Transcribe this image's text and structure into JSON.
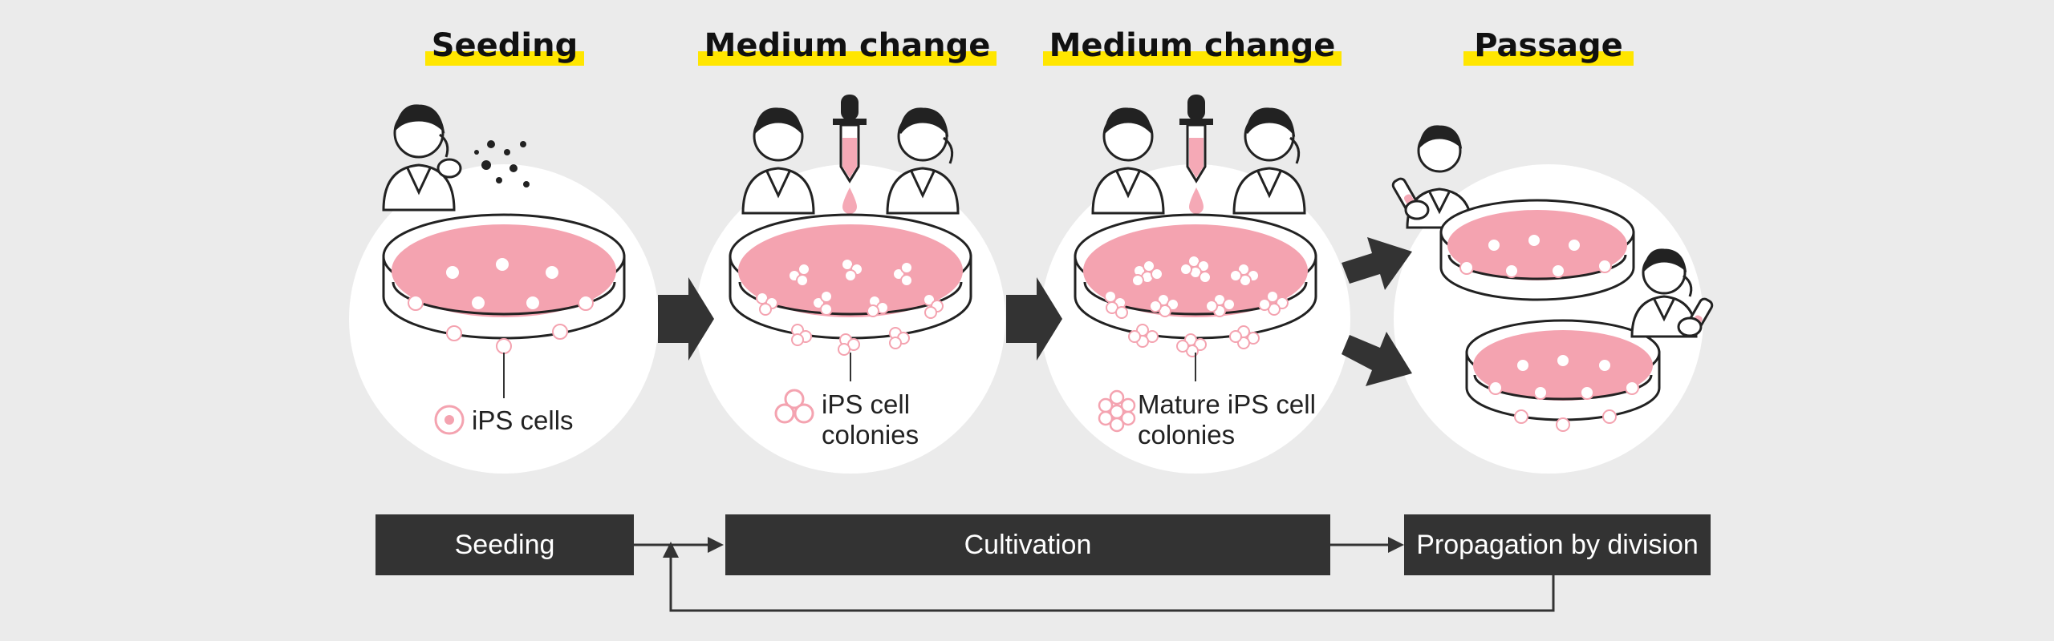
{
  "steps": [
    {
      "title": "Seeding"
    },
    {
      "title": "Medium change"
    },
    {
      "title": "Medium change"
    },
    {
      "title": "Passage"
    }
  ],
  "labels": {
    "ips_cells": "iPS cells",
    "ips_colonies_line1": "iPS cell",
    "ips_colonies_line2": "colonies",
    "mature_line1": "Mature iPS cell",
    "mature_line2": "colonies"
  },
  "flow": {
    "seeding": "Seeding",
    "cultivation": "Cultivation",
    "propagation": "Propagation by division"
  },
  "colors": {
    "background": "#ebebeb",
    "highlight": "#ffe600",
    "dish_medium": "#f4a3b0",
    "cell": "#ffffff",
    "box": "#333333",
    "arrow": "#333333",
    "dropper": "#f5a9b6"
  }
}
